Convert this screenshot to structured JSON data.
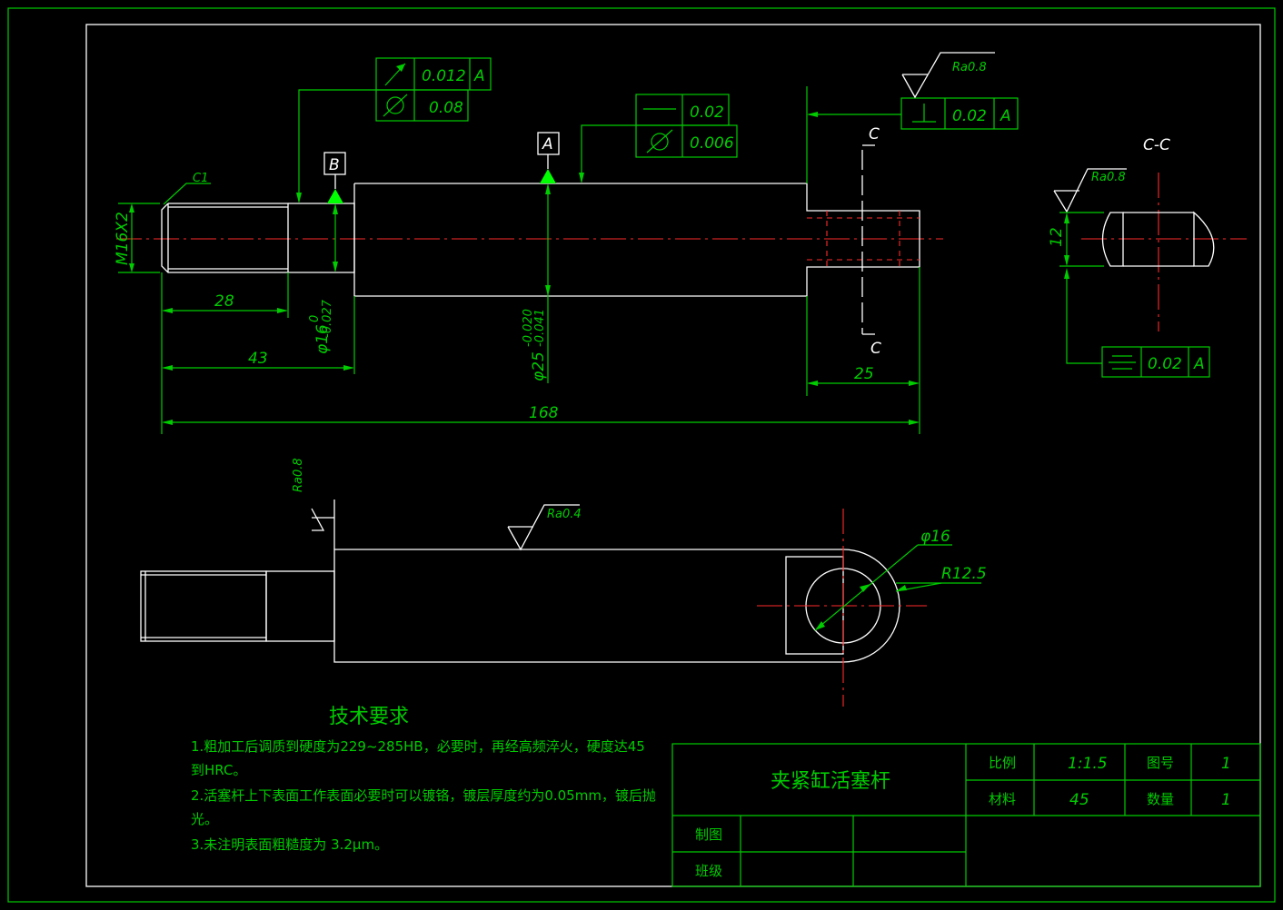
{
  "title_block": {
    "part_name": "夹紧缸活塞杆",
    "scale_label": "比例",
    "scale_value": "1:1.5",
    "drawing_no_label": "图号",
    "drawing_no_value": "1",
    "material_label": "材料",
    "material_value": "45",
    "quantity_label": "数量",
    "quantity_value": "1",
    "drawn_by_label": "制图",
    "class_label": "班级"
  },
  "tech_requirements": {
    "heading": "技术要求",
    "line1a": "1.粗加工后调质到硬度为229~285HB，必要时，再经高频淬火，硬度达45",
    "line1b": "到HRC。",
    "line2a": "2.活塞杆上下表面工作表面必要时可以镀铬，镀层厚度约为0.05mm，镀后抛",
    "line2b": "光。",
    "line3": "3.未注明表面粗糙度为 3.2μm。"
  },
  "dimensions": {
    "thread": "M16X2",
    "chamfer": "C1",
    "len_28": "28",
    "len_43": "43",
    "len_168": "168",
    "len_25": "25",
    "dia_16": "φ16",
    "dia_16_tol_upper": "0",
    "dia_16_tol_lower": "-0.027",
    "dia_25": "φ25",
    "dia_25_tol_upper": "-0.020",
    "dia_25_tol_lower": "-0.041",
    "section_width": "12",
    "hole_dia": "φ16",
    "radius": "R12.5"
  },
  "tolerances": {
    "runout_value": "0.012",
    "runout_datum": "A",
    "cyl_value_1": "0.08",
    "flat_value": "0.02",
    "cyl_value_2": "0.006",
    "perp_value": "0.02",
    "perp_datum": "A",
    "sym_value": "0.02",
    "sym_datum": "A"
  },
  "datums": {
    "a": "A",
    "b": "B"
  },
  "roughness": {
    "ra08": "Ra0.8",
    "ra04": "Ra0.4"
  },
  "section": {
    "cut_label": "C",
    "view_title": "C-C"
  },
  "colors": {
    "outline": "#ffffff",
    "annotation": "#00cc00",
    "centerline": "#ff2a2a",
    "datum_marker": "#00ff00"
  }
}
